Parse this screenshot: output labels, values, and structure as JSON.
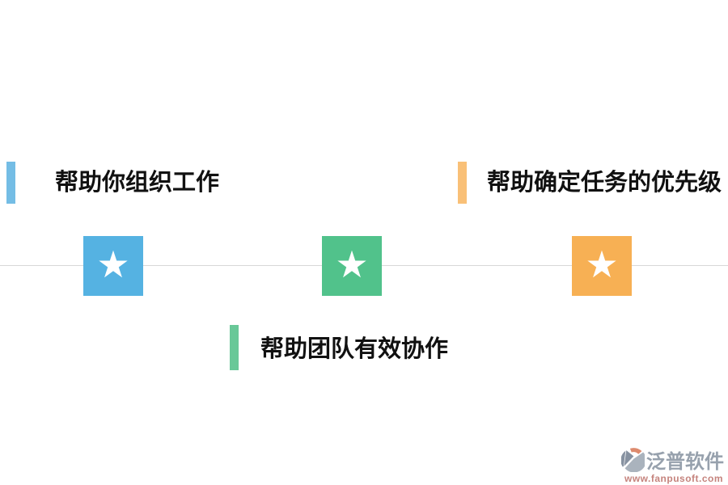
{
  "features": [
    {
      "label": "帮助你组织工作",
      "accent": "#74bde5"
    },
    {
      "label": "帮助确定任务的优先级",
      "accent": "#f9c077"
    },
    {
      "label": "帮助团队有效协作",
      "accent": "#69c898"
    }
  ],
  "milestones": [
    {
      "icon": "star-icon",
      "glyph": "★",
      "color": "#55b2e2"
    },
    {
      "icon": "star-icon",
      "glyph": "★",
      "color": "#51c28b"
    },
    {
      "icon": "star-icon",
      "glyph": "★",
      "color": "#f7b054"
    }
  ],
  "timeline": {
    "line_color": "#d8d8d8"
  },
  "watermark": {
    "brand": "泛普软件",
    "url": "www.fanpusoft.com",
    "brand_color": "#97a1ad",
    "url_color": "#c5837d"
  }
}
